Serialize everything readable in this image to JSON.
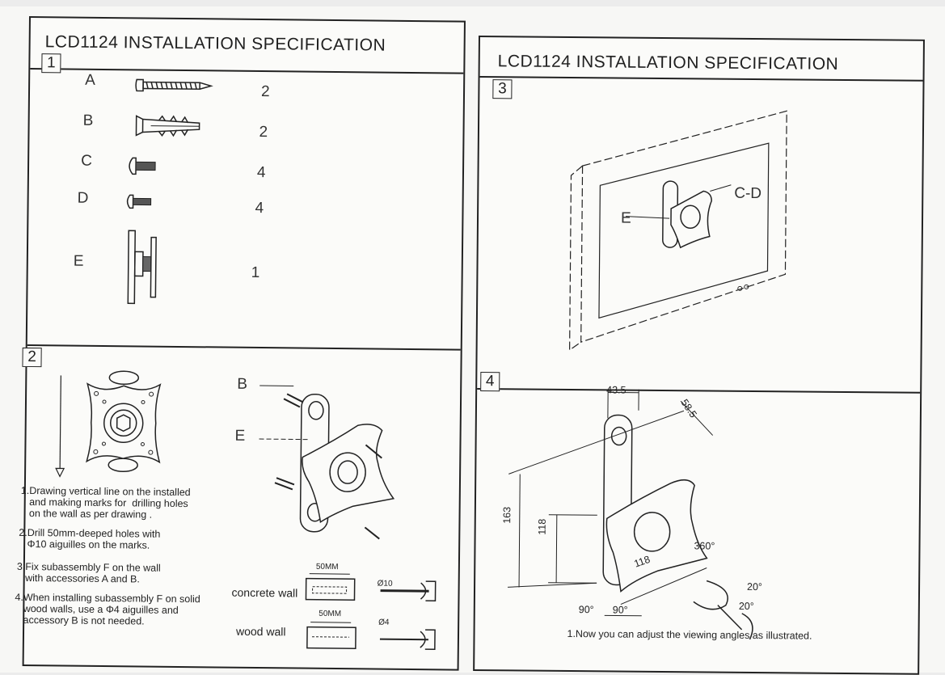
{
  "left_page": {
    "title": "LCD1124  INSTALLATION  SPECIFICATION",
    "section1": {
      "number": "1",
      "parts": [
        {
          "letter": "A",
          "qty": "2",
          "icon": "wood-screw-icon"
        },
        {
          "letter": "B",
          "qty": "2",
          "icon": "wall-anchor-icon"
        },
        {
          "letter": "C",
          "qty": "4",
          "icon": "bolt-icon"
        },
        {
          "letter": "D",
          "qty": "4",
          "icon": "small-bolt-icon"
        },
        {
          "letter": "E",
          "qty": "1",
          "icon": "bracket-side-icon"
        }
      ]
    },
    "section2": {
      "number": "2",
      "label_b": "B",
      "label_e": "E",
      "steps": [
        "1.Drawing vertical line on the installed\n   and making marks for  drilling holes\n   on the wall as per drawing .",
        "2.Drill 50mm-deeped holes with\n   Φ10 aiguilles on the marks.",
        "3.Fix subassembly F on the wall\n   with accessories A and B.",
        "4.When installing subassembly F on solid\n   wood walls, use a Φ4 aiguilles and\n   accessory B is not needed."
      ],
      "concrete_label": "concrete wall",
      "wood_label": "wood wall",
      "depth1": "50MM",
      "depth2": "50MM",
      "dia1": "Ø10",
      "dia2": "Ø4"
    }
  },
  "right_page": {
    "title": "LCD1124  INSTALLATION  SPECIFICATION",
    "section3": {
      "number": "3",
      "label_e": "E",
      "label_cd": "C-D"
    },
    "section4": {
      "number": "4",
      "dims": {
        "w1": "43.5",
        "w2": "58.5",
        "h1": "163",
        "h2": "118",
        "w3": "118"
      },
      "angles": {
        "rot": "360°",
        "tilt1": "20°",
        "tilt2": "20°",
        "pan1": "90°",
        "pan2": "90°"
      },
      "note": "1.Now you can adjust the viewing angles as illustrated."
    }
  },
  "colors": {
    "ink": "#222222",
    "paper": "#fbfbf9",
    "background": "#ececec"
  }
}
